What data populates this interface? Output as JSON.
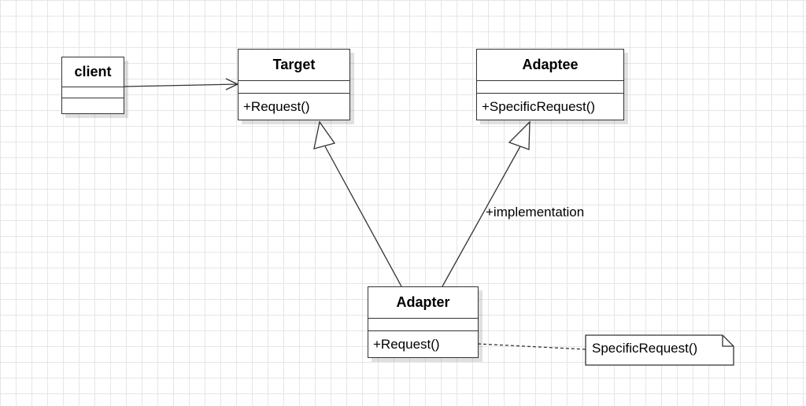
{
  "diagram": {
    "classes": [
      {
        "id": "client",
        "name": "client",
        "operations": ""
      },
      {
        "id": "target",
        "name": "Target",
        "operations": "+Request()"
      },
      {
        "id": "adaptee",
        "name": "Adaptee",
        "operations": "+SpecificRequest()"
      },
      {
        "id": "adapter",
        "name": "Adapter",
        "operations": "+Request()"
      }
    ],
    "relations": [
      {
        "from": "client",
        "to": "target",
        "kind": "association",
        "label": ""
      },
      {
        "from": "adapter",
        "to": "target",
        "kind": "generalization",
        "label": ""
      },
      {
        "from": "adapter",
        "to": "adaptee",
        "kind": "generalization",
        "label": "+implementation"
      },
      {
        "from": "adapter",
        "to": "note",
        "kind": "note-link",
        "label": ""
      }
    ],
    "note": {
      "text": "SpecificRequest()"
    }
  }
}
